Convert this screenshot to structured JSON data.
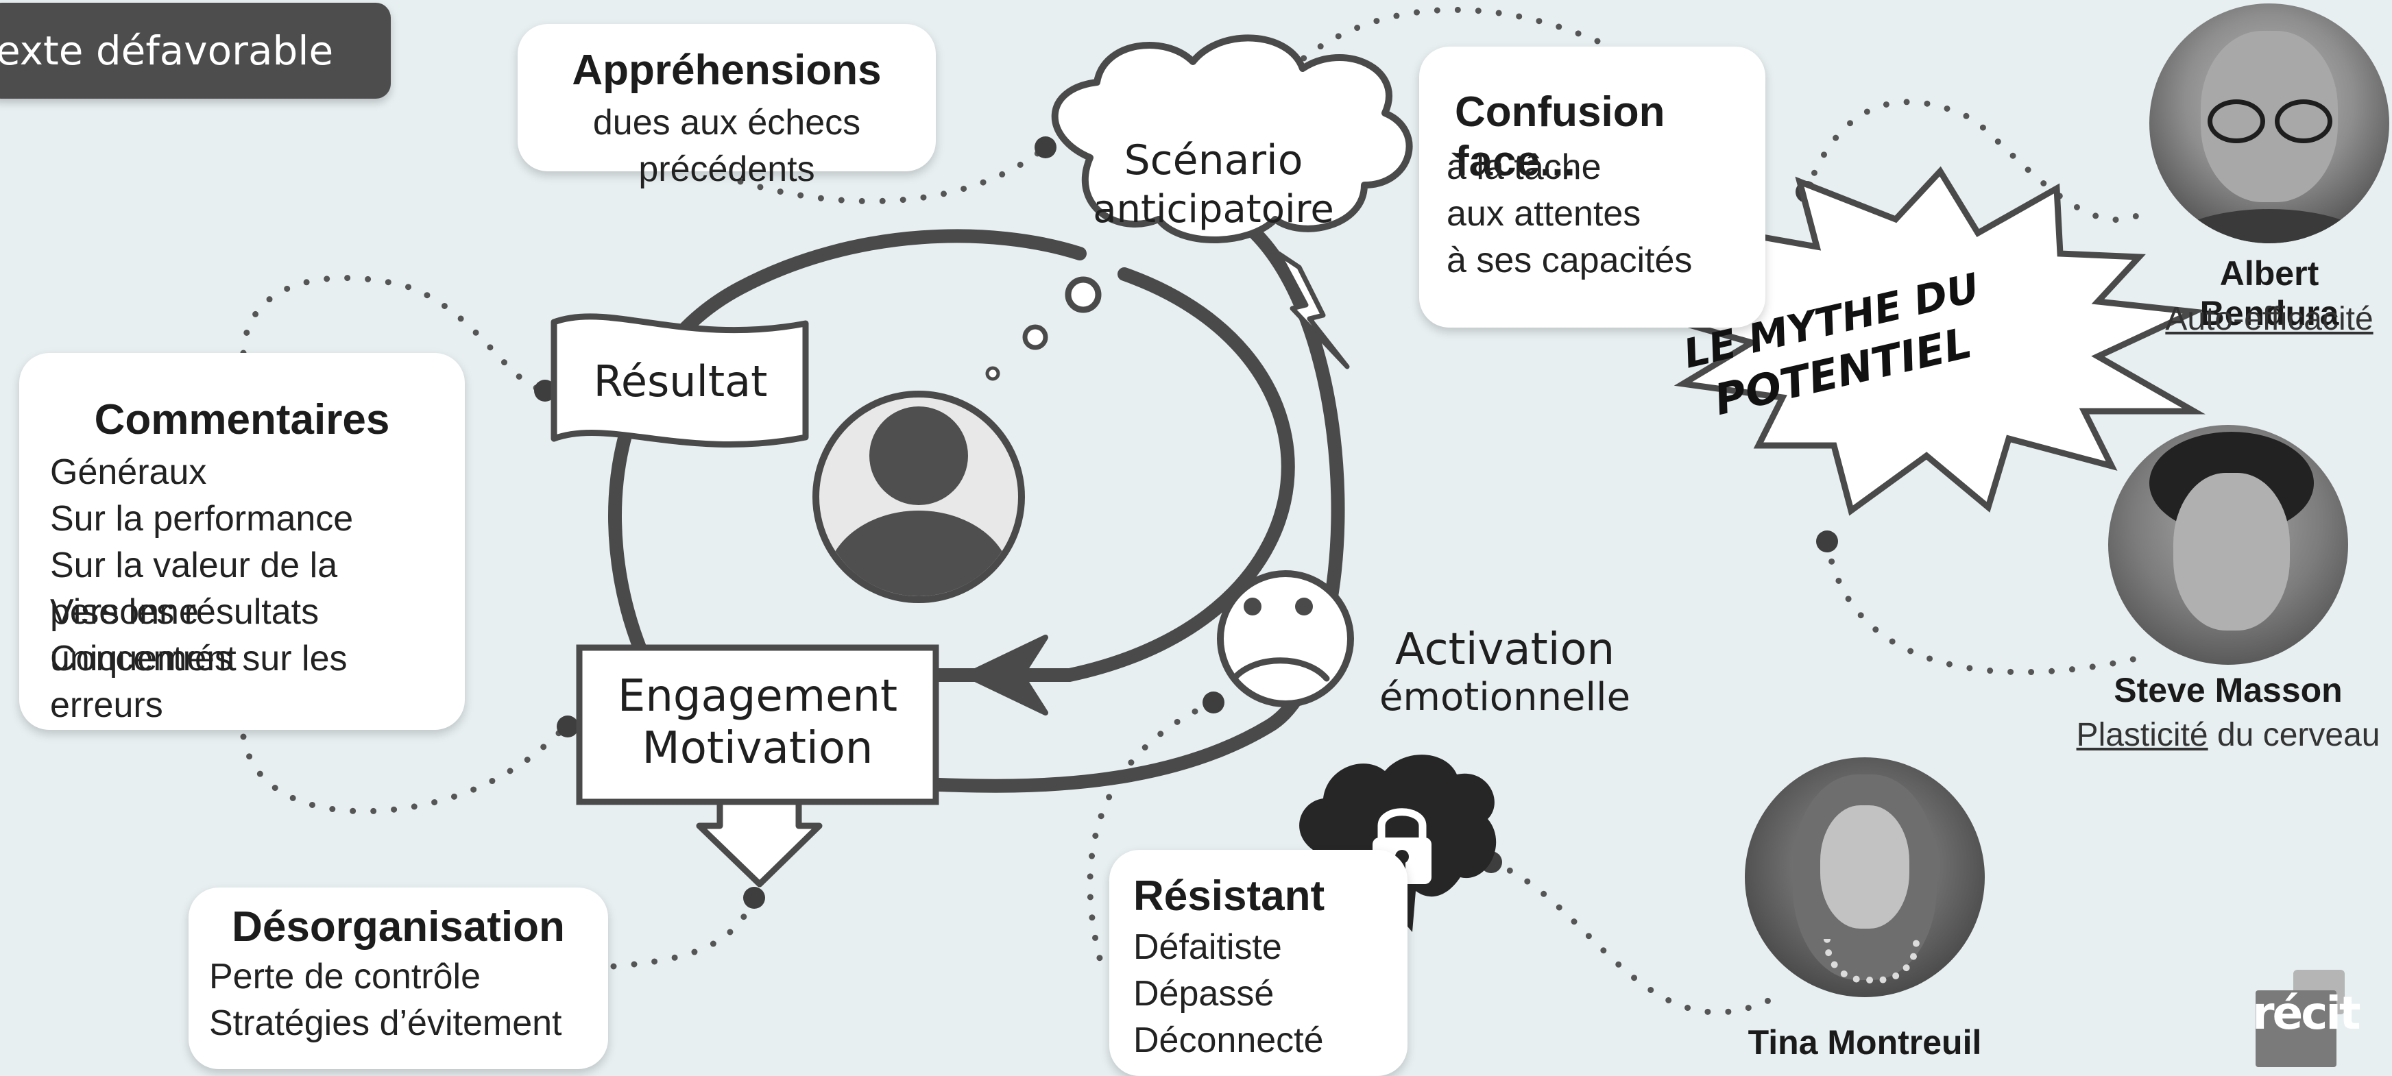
{
  "banner": {
    "text": "exte défavorable"
  },
  "apprehensions": {
    "title": "Appréhensions",
    "line": "dues aux échecs précédents"
  },
  "scenario": {
    "line1": "Scénario",
    "line2": "anticipatoire"
  },
  "confusion": {
    "title": "Confusion face...",
    "lines": [
      "à la tâche",
      "aux attentes",
      "à ses capacités"
    ]
  },
  "mythe": {
    "line1": "LE MYTHE DU",
    "line2": "POTENTIEL"
  },
  "resultat": {
    "label": "Résultat"
  },
  "commentaires": {
    "title": "Commentaires",
    "lines": [
      "Généraux",
      "Sur la performance",
      "Sur la valeur de la personne",
      "Vise les résultats uniquement",
      "Concentrés sur les erreurs"
    ]
  },
  "engagement": {
    "line1": "Engagement",
    "line2": "Motivation"
  },
  "activation": {
    "line1": "Activation",
    "line2": "émotionnelle"
  },
  "desorganisation": {
    "title": "Désorganisation",
    "lines": [
      "Perte de contrôle",
      "Stratégies d’évitement"
    ]
  },
  "resistant": {
    "title": "Résistant",
    "lines": [
      "Défaitiste",
      "Dépassé",
      "Déconnecté"
    ]
  },
  "people": {
    "bendura": {
      "name": "Albert Bendura",
      "sub": "Auto-efficacité"
    },
    "masson": {
      "name": "Steve Masson",
      "sub_link": "Plasticité",
      "sub_rest": " du cerveau"
    },
    "montreuil": {
      "name": "Tina Montreuil"
    }
  },
  "logo": {
    "text": "récit"
  },
  "colors": {
    "background": "#e7eff1",
    "dark": "#4a4a4a",
    "card": "#ffffff",
    "banner": "#4d4d4d"
  }
}
